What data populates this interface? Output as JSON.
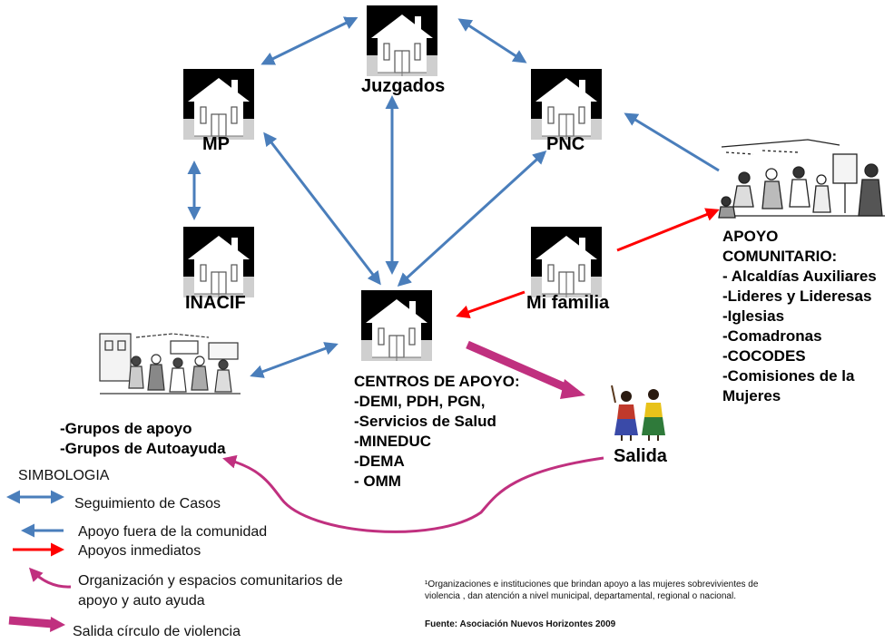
{
  "nodes": {
    "juzgados": "Juzgados",
    "mp": "MP",
    "pnc": "PNC",
    "inacif": "INACIF",
    "mi_familia": "Mi familia",
    "salida": "Salida"
  },
  "centros_de_apoyo": {
    "title": "CENTROS DE APOYO:",
    "items": [
      "-DEMI, PDH, PGN,",
      "-Servicios de Salud",
      "-MINEDUC",
      "-DEMA",
      "- OMM"
    ]
  },
  "apoyo_comunitario": {
    "title_line1": "APOYO",
    "title_line2": "COMUNITARIO:",
    "items": [
      "- Alcaldías Auxiliares",
      "-Lideres y Lideresas",
      "-Iglesias",
      "-Comadronas",
      "-COCODES",
      "-Comisiones de la",
      "Mujeres"
    ]
  },
  "grupos": {
    "line1": "-Grupos de apoyo",
    "line2": "-Grupos de Autoayuda"
  },
  "legend": {
    "title": "SIMBOLOGIA",
    "items": {
      "seguimiento": "Seguimiento de Casos",
      "apoyo_fuera": "Apoyo fuera de la comunidad",
      "inmediatos": "Apoyos inmediatos",
      "organizacion_line1": "Organización y espacios comunitarios de",
      "organizacion_line2": "apoyo y auto ayuda",
      "salida_circulo": "Salida círculo de violencia"
    }
  },
  "footnote": {
    "text_line1": "¹Organizaciones e instituciones que brindan apoyo a las mujeres sobrevivientes  de",
    "text_line2": "violencia , dan atención a nivel municipal, departamental, regional o nacional.",
    "source": "Fuente:  Asociación  Nuevos  Horizontes   2009"
  },
  "colors": {
    "blue_arrow": "#4a7ebb",
    "red_arrow": "#ff0000",
    "magenta": "#c0307f"
  }
}
